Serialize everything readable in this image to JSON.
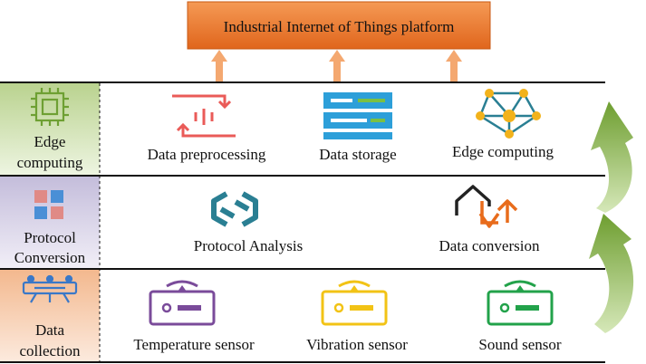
{
  "platform": {
    "title": "Industrial Internet of Things platform"
  },
  "layers": [
    {
      "label_lines": [
        "Edge",
        "computing"
      ],
      "items": [
        {
          "label": "Data preprocessing",
          "icon": "data-preprocessing-icon"
        },
        {
          "label": "Data storage",
          "icon": "data-storage-icon"
        },
        {
          "label": "Edge computing",
          "icon": "edge-network-icon"
        }
      ]
    },
    {
      "label_lines": [
        "Protocol",
        "Conversion"
      ],
      "items": [
        {
          "label": "Protocol Analysis",
          "icon": "protocol-analysis-icon"
        },
        {
          "label": "Data conversion",
          "icon": "data-conversion-icon"
        }
      ]
    },
    {
      "label_lines": [
        "Data",
        "collection"
      ],
      "items": [
        {
          "label": "Temperature sensor",
          "icon": "temperature-sensor-icon"
        },
        {
          "label": "Vibration sensor",
          "icon": "vibration-sensor-icon"
        },
        {
          "label": "Sound sensor",
          "icon": "sound-sensor-icon"
        }
      ]
    }
  ],
  "colors": {
    "platform_box": "#ed7a2b",
    "up_arrows": "#f4a870",
    "edge_layer": "#cfe0b0",
    "protocol_layer": "#d6d1e6",
    "collection_layer": "#f5c9aa",
    "cycle_arrows": "#7aa83a",
    "preprocessing": "#ea5b58",
    "storage": "#2d9fd9",
    "network": "#f2b21b",
    "protocol": "#2a7f93",
    "temperature": "#7a4b9a",
    "vibration": "#f2c315",
    "sound": "#22a24a"
  }
}
